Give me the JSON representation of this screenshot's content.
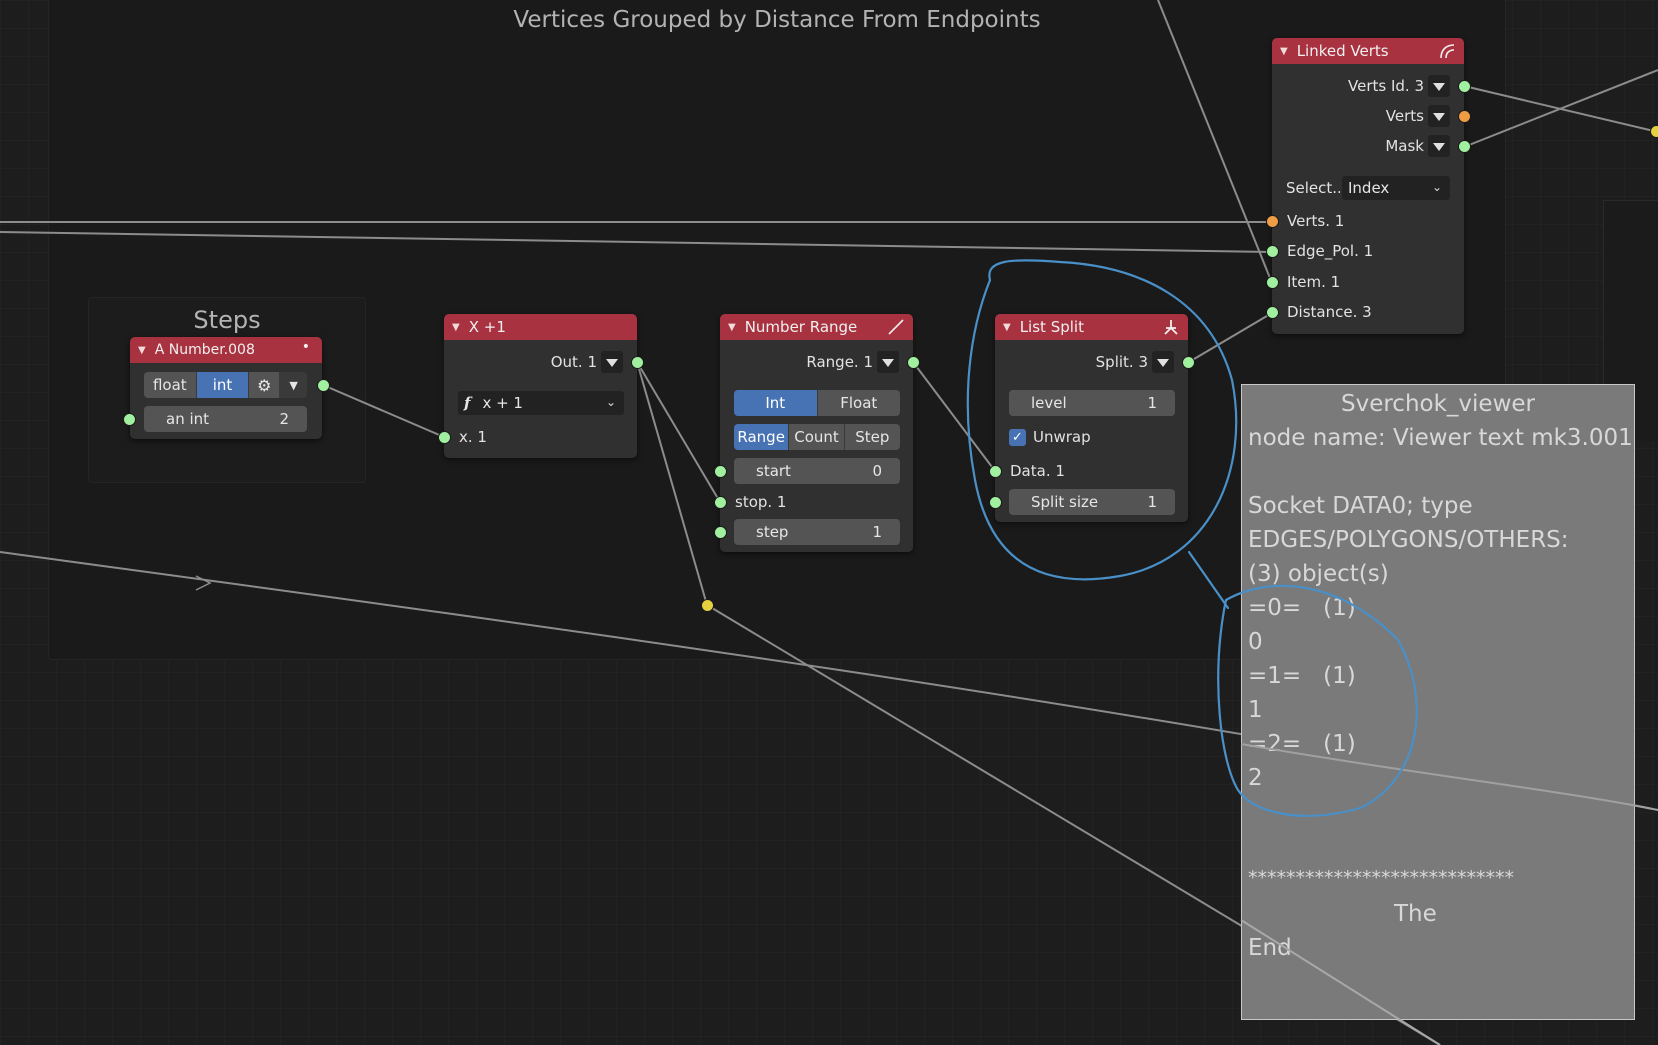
{
  "frames": {
    "main": {
      "title": "Vertices Grouped by Distance From Endpoints"
    },
    "steps": {
      "title": "Steps"
    }
  },
  "nodes": {
    "a_number": {
      "title": "A Number.008",
      "mode_options": [
        "float",
        "int"
      ],
      "selected_mode": "int",
      "field_label": "an int",
      "field_value": "2"
    },
    "x_plus_1": {
      "title": "X +1",
      "output": "Out. 1",
      "formula": "x + 1",
      "input": "x. 1"
    },
    "number_range": {
      "title": "Number Range",
      "output": "Range. 1",
      "type_options": [
        "Int",
        "Float"
      ],
      "selected_type": "Int",
      "mode_options": [
        "Range",
        "Count",
        "Step"
      ],
      "selected_mode": "Range",
      "start_label": "start",
      "start_value": "0",
      "stop_label": "stop. 1",
      "step_label": "step",
      "step_value": "1"
    },
    "list_split": {
      "title": "List Split",
      "output": "Split. 3",
      "level_label": "level",
      "level_value": "1",
      "unwrap_label": "Unwrap",
      "unwrap_checked": true,
      "data_label": "Data. 1",
      "split_size_label": "Split size",
      "split_size_value": "1"
    },
    "linked_verts": {
      "title": "Linked Verts",
      "outputs": [
        "Verts Id. 3",
        "Verts",
        "Mask"
      ],
      "select_label": "Select...",
      "select_value": "Index",
      "inputs": [
        "Verts. 1",
        "Edge_Pol. 1",
        "Item. 1",
        "Distance. 3"
      ]
    }
  },
  "viewer": {
    "title": "Sverchok_viewer",
    "node_name": "node name: Viewer text mk3.001",
    "socket_line1": "Socket DATA0; type",
    "socket_line2": "EDGES/POLYGONS/OTHERS:",
    "object_count": "(3) object(s)",
    "items": [
      {
        "header": "=0=   (1)",
        "value": "0"
      },
      {
        "header": "=1=   (1)",
        "value": "1"
      },
      {
        "header": "=2=   (1)",
        "value": "2"
      }
    ],
    "separator": "****************************",
    "footer_1": "The",
    "footer_2": "End"
  },
  "colors": {
    "node_header": "#a8323f",
    "socket_green": "#a0f0a0",
    "socket_orange": "#ef9d45",
    "socket_yellow": "#e5d040",
    "active_button": "#4772b3",
    "annotation": "#4a90c8"
  }
}
